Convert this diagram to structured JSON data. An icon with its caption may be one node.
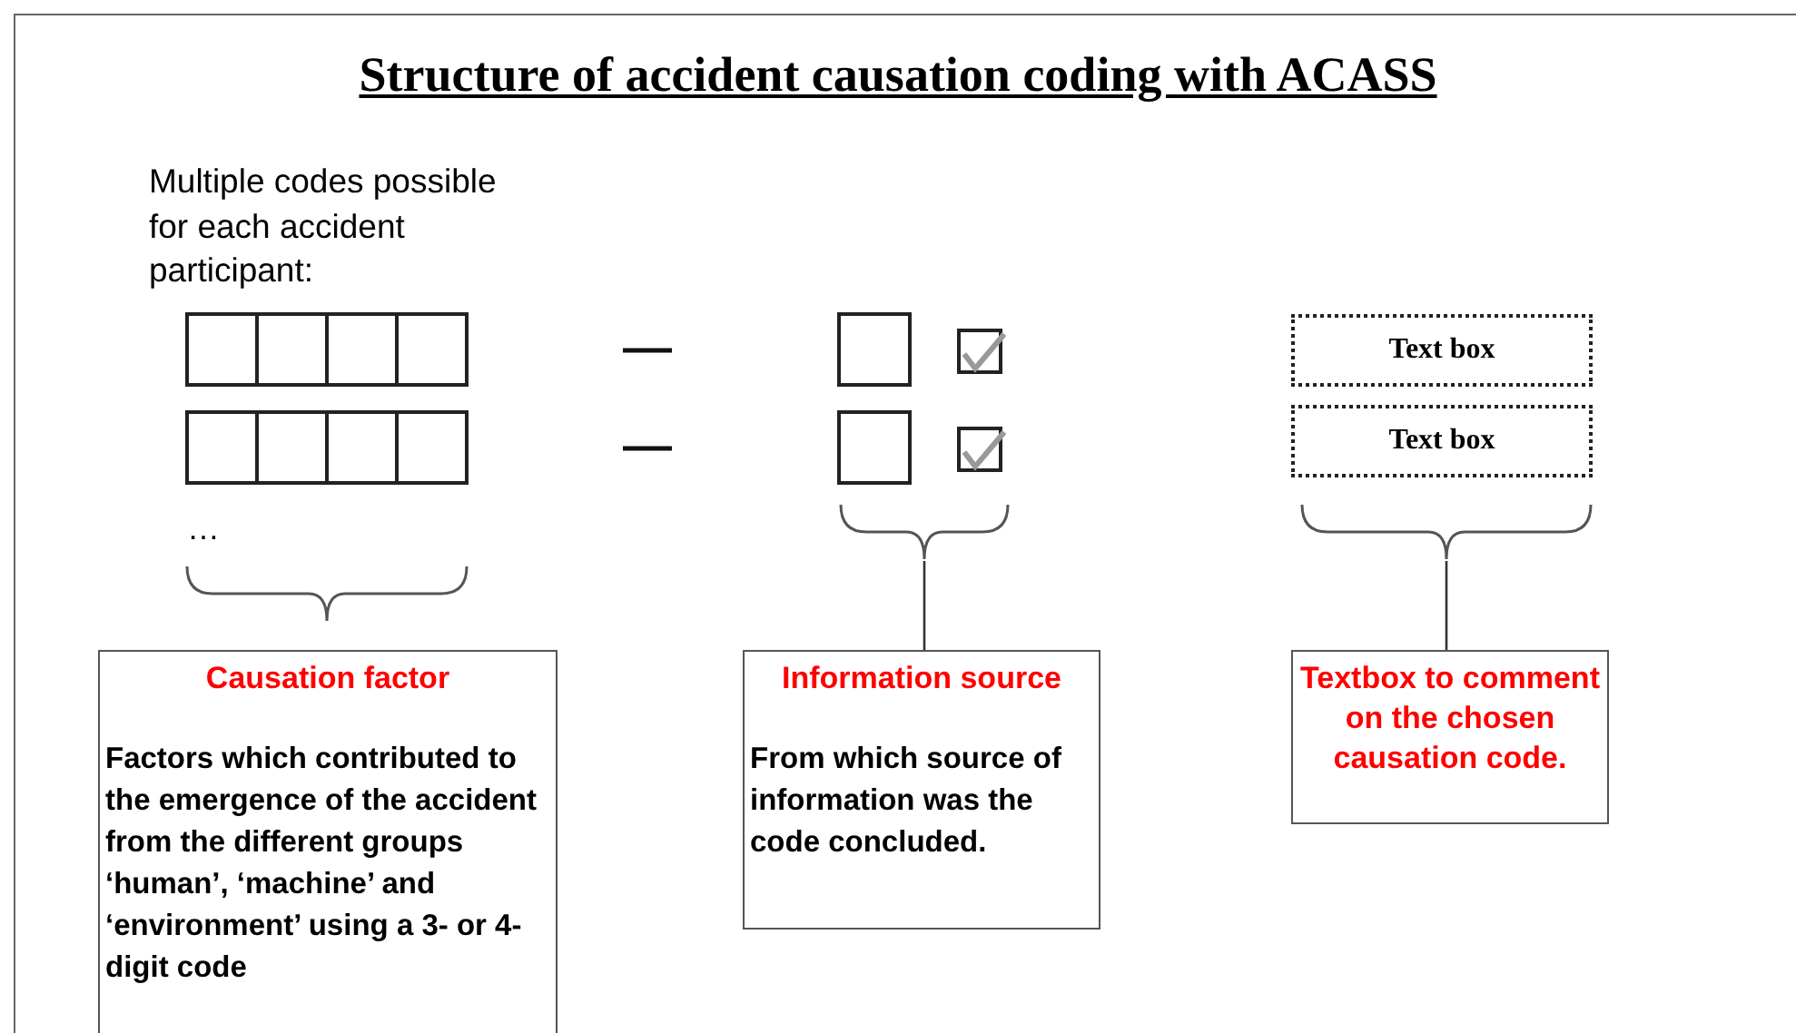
{
  "diagram": {
    "title": "Structure of accident causation coding with ACASS",
    "nodes": [
      {
        "text": [
          "Text box"
        ]
      },
      {
        "text": [
          "Text box"
        ]
      },
      {
        "text": [],
        "shape": "brace"
      },
      {
        "text": [],
        "shape": "brace"
      },
      {
        "text": [
          "Causation factor",
          "Factors which contributed to the emergence of the accident from the different groups ‘human’, ‘machine’ and ‘environment’ using a 3- or 4-digit code"
        ]
      },
      {
        "text": [
          "Information source",
          "From which source of information was the code concluded."
        ]
      },
      {
        "text": [
          "Textbox to comment on the chosen causation code."
        ]
      }
    ],
    "edges": [
      {
        "from": 2,
        "to": 5,
        "arrow": "none"
      },
      {
        "from": 3,
        "to": 6,
        "arrow": "none"
      }
    ],
    "labels": [
      "Multiple codes possible for each accident participant:",
      "…"
    ]
  }
}
